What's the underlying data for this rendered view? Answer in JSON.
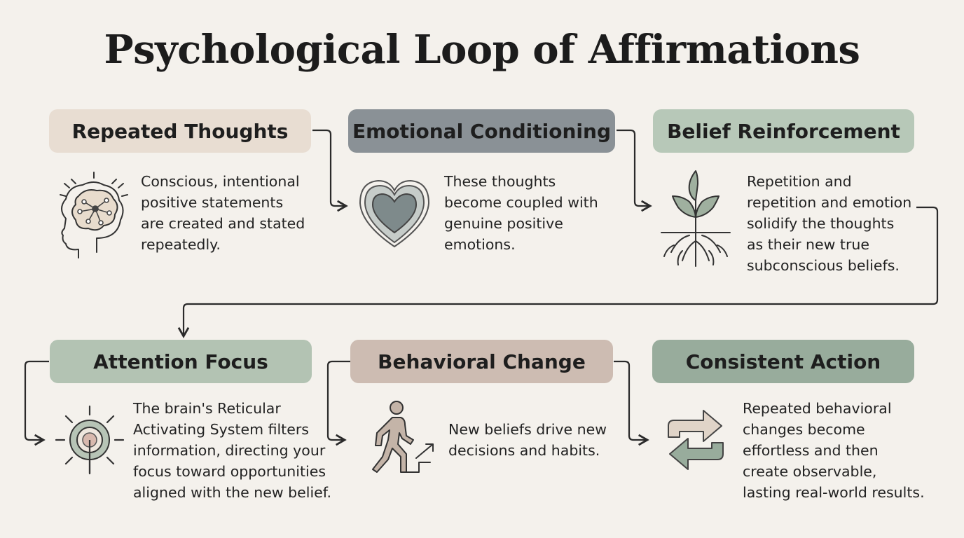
{
  "title": "Psychological Loop of Affirmations",
  "steps": [
    {
      "header": "Repeated Thoughts",
      "icon": "brain-head-icon",
      "header_color": "#e8ddd2",
      "lines": [
        "Conscious, intentional",
        "positive statements",
        "are created and stated",
        "repeatedly."
      ]
    },
    {
      "header": "Emotional Conditioning",
      "icon": "heart-icon",
      "header_color": "#8a9196",
      "lines": [
        "These thoughts",
        "become coupled with",
        "genuine positive",
        "emotions."
      ]
    },
    {
      "header": "Belief Reinforcement",
      "icon": "sprout-roots-icon",
      "header_color": "#b7c8b8",
      "lines": [
        "Repetition and",
        "repetition and emotion",
        "solidify the thoughts",
        "as their new true",
        "subconscious beliefs."
      ]
    },
    {
      "header": "Attention Focus",
      "icon": "focus-target-icon",
      "header_color": "#b3c3b3",
      "lines": [
        "The brain's Reticular",
        "Activating System filters",
        "information, directing your",
        "focus toward opportunities",
        "aligned with the new belief."
      ]
    },
    {
      "header": "Behavioral Change",
      "icon": "walking-person-icon",
      "header_color": "#cdbcb2",
      "lines": [
        "New beliefs drive new",
        "decisions and habits."
      ]
    },
    {
      "header": "Consistent Action",
      "icon": "cycle-arrows-icon",
      "header_color": "#98ac9c",
      "lines": [
        "Repeated behavioral",
        "changes become",
        "effortless and then",
        "create observable,",
        "lasting real-world results."
      ]
    }
  ]
}
